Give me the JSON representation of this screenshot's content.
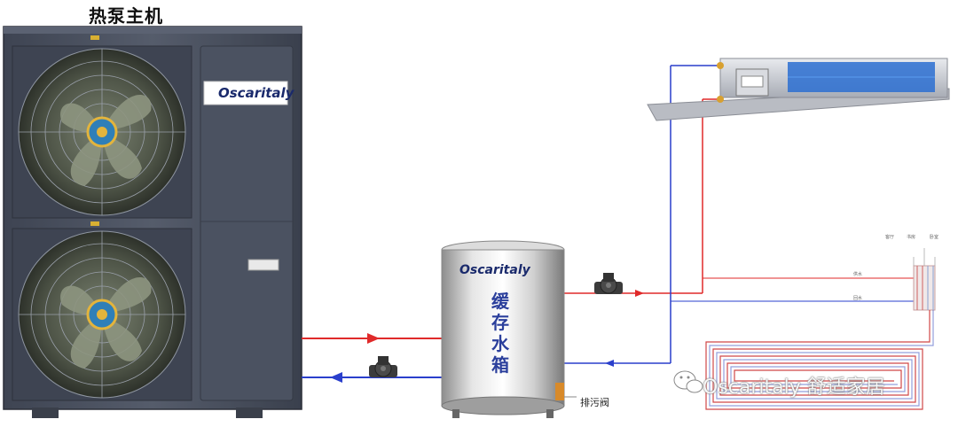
{
  "title": "热泵主机",
  "brand": "Oscaritaly",
  "tank_label": "缓存水箱",
  "drain_label": "排污阀",
  "watermark": "Oscaritaly 舒适家居",
  "manifold_labels": [
    "客厅",
    "书房",
    "卧室"
  ],
  "pipe_labels": [
    "供水",
    "回水"
  ],
  "colors": {
    "supply": "#e02a2a",
    "return": "#2a3fcc",
    "unit_body": "#4a5160",
    "tank_body": "#c9c9c9"
  },
  "icons": [
    "fan-icon",
    "pump-icon",
    "valve-icon",
    "flow-arrow-icon",
    "wechat-icon"
  ]
}
